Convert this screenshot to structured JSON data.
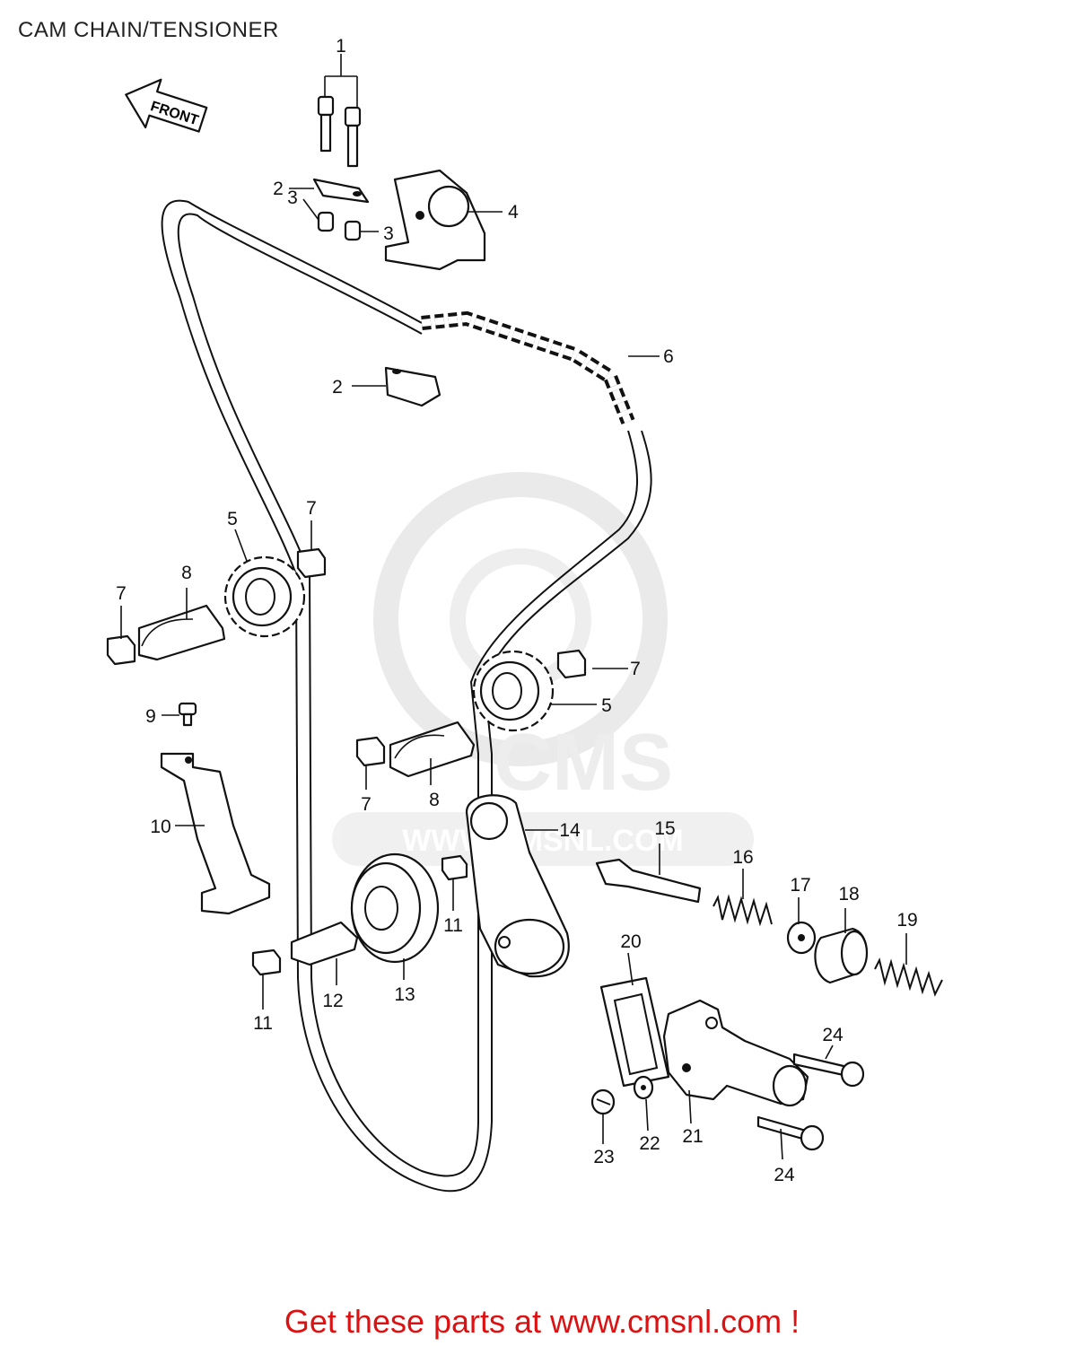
{
  "title": "CAM CHAIN/TENSIONER",
  "direction_arrow": "FRONT",
  "watermark": {
    "brand": "CMS",
    "url": "WWW.CMSNL.COM"
  },
  "callout_labels": [
    {
      "id": "1",
      "text": "1"
    },
    {
      "id": "2a",
      "text": "2"
    },
    {
      "id": "2b",
      "text": "2"
    },
    {
      "id": "3a",
      "text": "3"
    },
    {
      "id": "3b",
      "text": "3"
    },
    {
      "id": "4",
      "text": "4"
    },
    {
      "id": "5a",
      "text": "5"
    },
    {
      "id": "5b",
      "text": "5"
    },
    {
      "id": "6",
      "text": "6"
    },
    {
      "id": "7a",
      "text": "7"
    },
    {
      "id": "7b",
      "text": "7"
    },
    {
      "id": "7c",
      "text": "7"
    },
    {
      "id": "7d",
      "text": "7"
    },
    {
      "id": "8a",
      "text": "8"
    },
    {
      "id": "8b",
      "text": "8"
    },
    {
      "id": "9",
      "text": "9"
    },
    {
      "id": "10",
      "text": "10"
    },
    {
      "id": "11a",
      "text": "11"
    },
    {
      "id": "11b",
      "text": "11"
    },
    {
      "id": "12",
      "text": "12"
    },
    {
      "id": "13",
      "text": "13"
    },
    {
      "id": "14",
      "text": "14"
    },
    {
      "id": "15",
      "text": "15"
    },
    {
      "id": "16",
      "text": "16"
    },
    {
      "id": "17",
      "text": "17"
    },
    {
      "id": "18",
      "text": "18"
    },
    {
      "id": "19",
      "text": "19"
    },
    {
      "id": "20",
      "text": "20"
    },
    {
      "id": "21",
      "text": "21"
    },
    {
      "id": "22",
      "text": "22"
    },
    {
      "id": "23",
      "text": "23"
    },
    {
      "id": "24a",
      "text": "24"
    },
    {
      "id": "24b",
      "text": "24"
    }
  ],
  "footer_cta": "Get these parts at www.cmsnl.com !",
  "colors": {
    "cta": "#dd1111",
    "line": "#111111",
    "watermark": "#e6e6e6"
  }
}
